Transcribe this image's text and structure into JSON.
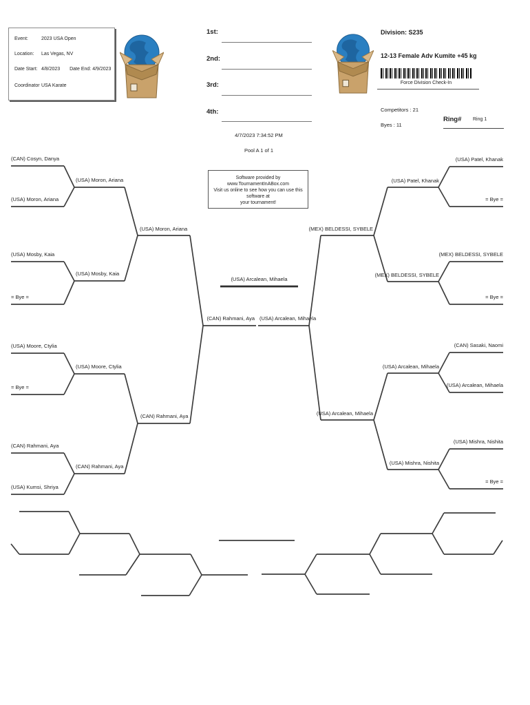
{
  "event_info": {
    "event_label": "Event:",
    "event": "2023 USA Open",
    "location_label": "Location:",
    "location": "Las Vegas, NV",
    "date_start_label": "Date Start:",
    "date_start": "4/8/2023",
    "date_end_label": "Date End:",
    "date_end": "4/9/2023",
    "coordinator_label": "Coordinator",
    "coordinator": "USA Karate"
  },
  "placements": {
    "first_label": "1st:",
    "second_label": "2nd:",
    "third_label": "3rd:",
    "fourth_label": "4th:"
  },
  "division": {
    "label": "Division:",
    "code": "S235",
    "name": "12-13 Female Adv Kumite +45 kg",
    "barcode_caption": "Force Division Check-In",
    "competitors": "Competitors : 21",
    "byes": "Byes : 11",
    "ring_label": "Ring#",
    "ring_value": "Ring 1"
  },
  "meta": {
    "printed": "4/7/2023 7:34:52 PM",
    "pool": "Pool A 1 of 1",
    "software_line1": "Software provided by www.TournamentInABox.com",
    "software_line2": "Visit us online to see how you can use this software at",
    "software_line3": "your tournament!"
  },
  "bracket": {
    "labels": {
      "r1s1": "(CAN) Cosyn, Danya",
      "r1s2": "(USA) Moron, Ariana",
      "r1s3": "(USA) Mosby, Kaia",
      "r1s4": "= Bye =",
      "r1s5": "(USA) Moore, Ctylia",
      "r1s6": "= Bye =",
      "r1s7": "(CAN) Rahmani, Aya",
      "r1s8": "(USA) Kumsi, Shriya",
      "qf1": "(USA) Moron, Ariana",
      "qf2": "(USA) Mosby, Kaia",
      "qf3": "(USA) Moore, Ctylia",
      "qf4": "(CAN) Rahmani, Aya",
      "sf1": "(USA) Moron, Ariana",
      "sf2": "(CAN) Rahmani, Aya",
      "finalist_left": "(CAN) Rahmani, Aya",
      "finalist_right": "(USA) Arcalean, Mihaela",
      "champion": "(USA) Arcalean, Mihaela",
      "r1s9": "(USA) Patel, Khanak",
      "r1s10": "= Bye =",
      "r1s11": "(MEX) BELDESSI, SYBELE",
      "r1s12": "= Bye =",
      "r1s13": "(CAN) Sasaki, Naomi",
      "r1s14": "(USA) Arcalean, Mihaela",
      "r1s15": "(USA) Mishra, Nishita",
      "r1s16": "= Bye =",
      "qf5": "(USA) Patel, Khanak",
      "qf6": "(MEX) BELDESSI, SYBELE",
      "qf7": "(USA) Arcalean, Mihaela",
      "qf8": "(USA) Mishra, Nishita",
      "sf3": "(MEX) BELDESSI, SYBELE",
      "sf4": "(USA) Arcalean, Mihaela"
    }
  }
}
